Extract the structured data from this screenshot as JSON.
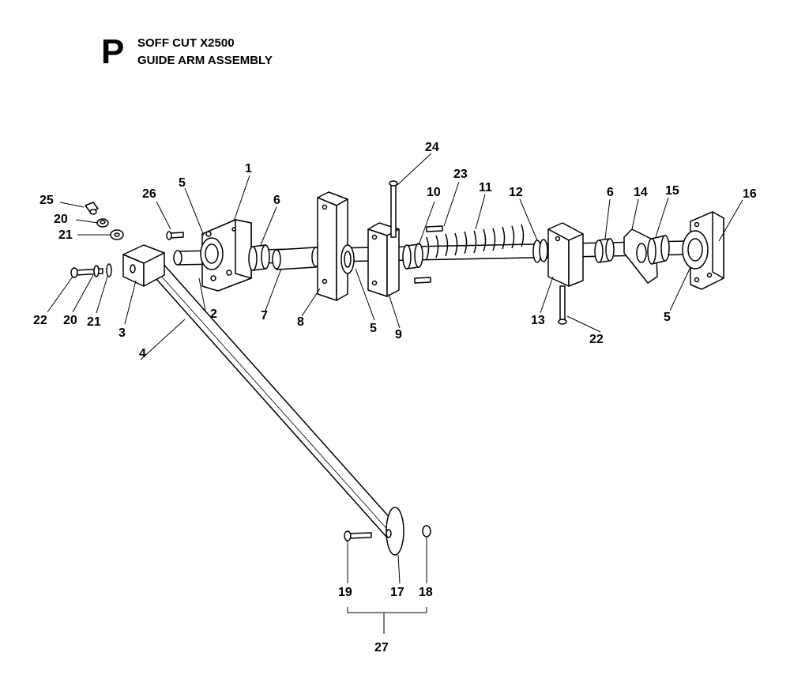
{
  "header": {
    "section_letter": "P",
    "title_line1": "SOFF CUT X2500",
    "title_line2": "GUIDE ARM ASSEMBLY"
  },
  "callouts": {
    "c1": "1",
    "c2": "2",
    "c3": "3",
    "c4": "4",
    "c5a": "5",
    "c5b": "5",
    "c5c": "5",
    "c6a": "6",
    "c6b": "6",
    "c7": "7",
    "c8": "8",
    "c9": "9",
    "c10": "10",
    "c11": "11",
    "c12": "12",
    "c13": "13",
    "c14": "14",
    "c15": "15",
    "c16": "16",
    "c17": "17",
    "c18": "18",
    "c19": "19",
    "c20a": "20",
    "c20b": "20",
    "c21a": "21",
    "c21b": "21",
    "c22a": "22",
    "c22b": "22",
    "c23": "23",
    "c24": "24",
    "c25": "25",
    "c26": "26",
    "c27": "27"
  }
}
